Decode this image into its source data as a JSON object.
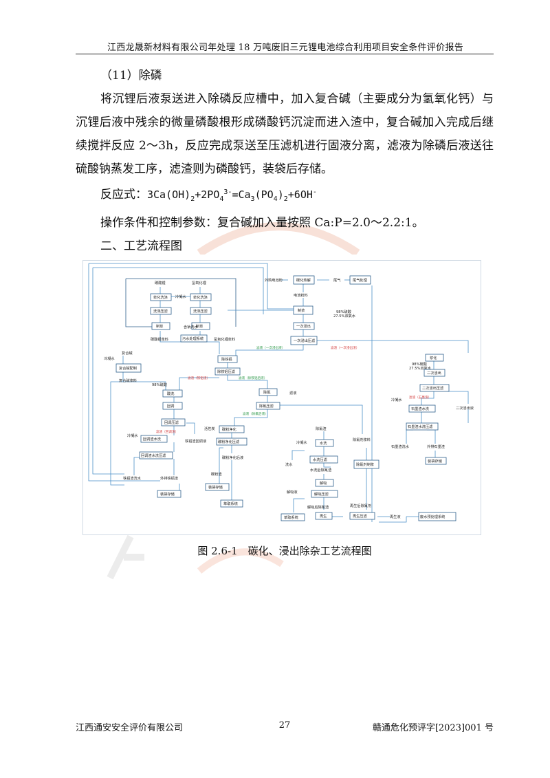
{
  "header": {
    "title": "江西龙晟新材料有限公司年处理 18 万吨废旧三元锂电池综合利用项目安全条件评价报告"
  },
  "content": {
    "section_heading": "（11）除磷",
    "paragraph": "将沉锂后液泵送进入除磷反应槽中，加入复合碱（主要成分为氢氧化钙）与沉锂后液中残余的微量磷酸根形成磷酸钙沉淀而进入渣中，复合碱加入完成后继续搅拌反应 2～3h，反应完成泵送至压滤机进行固液分离，滤液为除磷后液送往硫酸钠蒸发工序，滤渣则为磷酸钙，装袋后存储。",
    "formula_label": "反应式：",
    "formula_parts": {
      "a": "3Ca(OH)",
      "a_sub": "2",
      "b": "+2PO",
      "b_sub": "4",
      "b_sup": "3-",
      "c": "=Ca",
      "c_sub": "3",
      "d": "(PO",
      "d_sub": "4",
      "e": ")",
      "e_sub": "2",
      "f": "+6OH",
      "f_sup": "-"
    },
    "operating_conditions": "操作条件和控制参数：复合碱加入量按照 Ca:P=2.0～2.2:1。",
    "subheading": "二、工艺流程图"
  },
  "figure": {
    "caption": "图 2.6-1　碳化、浸出除杂工艺流程图",
    "nodes": {
      "n1": "碳酸锂",
      "n2": "氢氧化锂",
      "n3": "浆化洗涤",
      "n4": "浆化洗涤",
      "n5": "洗涤压滤",
      "n6": "洗涤压滤",
      "n7": "制浆",
      "n8": "制浆",
      "n9": "冷凝水",
      "n10": "含钠洗水",
      "n11": "碳酸锂浆料",
      "n12": "污水处理系统",
      "n13": "氢氧化锂浆料",
      "n14": "外购电池粉",
      "n15": "碳化热解",
      "n16": "尾气",
      "n17": "尾气处理",
      "n18": "电池粉料",
      "n19": "制浆",
      "n20": "98%硫酸",
      "n21": "27.5%双氧水",
      "n22": "一次浸出",
      "n23": "一次浸出压滤",
      "n24": "除铁铝",
      "n25": "除铁铝压滤",
      "n26": "复合碱",
      "n27": "冷凝水",
      "n28": "复合碱配制",
      "n29": "复合碱浆料",
      "n30": "98%硫酸",
      "n31": "酸洗",
      "n32": "回调",
      "n33": "回调压滤",
      "n34": "冷凝水",
      "n35": "回调渣水洗",
      "n36": "回调渣水洗压滤",
      "n37": "铁铝渣洗水",
      "n38": "外排铁铝渣",
      "n39": "铁铝渣回调液",
      "n40": "装袋存储",
      "n41": "除氟",
      "n42": "除氟压滤",
      "n43": "滤液",
      "n44": "碳粉净化",
      "n45": "活性炭",
      "n46": "碳粉净化压滤",
      "n47": "碳粉渣",
      "n48": "碳粉净化后液",
      "n49": "装袋存储",
      "n50": "萃取系统",
      "n51": "除氟渣",
      "n52": "除氟剂浆料",
      "n53": "冷凝水",
      "n54": "水洗",
      "n55": "洗水",
      "n56": "水洗压滤",
      "n57": "水洗后除氟渣",
      "n58": "除氟剂制浆",
      "n59": "解吸",
      "n60": "解吸液",
      "n61": "解吸压滤",
      "n62": "解吸后除氟渣",
      "n63": "再生",
      "n64": "再生压滤",
      "n65": "再生后除氟剂",
      "n66": "萃取系统",
      "n67": "再生液",
      "n68": "废水预处理系统",
      "n69": "浆化",
      "n70": "98%硫酸",
      "n71": "27.5%双氧水",
      "n72": "二次浸出",
      "n73": "二次浸出压滤",
      "n74": "冷凝水",
      "n75": "石墨渣水洗",
      "n76": "石墨渣水洗压滤",
      "n77": "二次浸出液",
      "n78": "石墨渣洗水",
      "n79": "外排石墨渣",
      "n80": "装袋存储"
    },
    "tags": {
      "t1": "滤液（一次浸出液）",
      "t2": "滤渣（一次浸出渣）",
      "t3": "滤渣（铁铝渣）",
      "t4": "滤液（除铁铝后液）",
      "t5": "滤液（除氟后液）",
      "t6": "滤渣（回调渣）",
      "t7": "滤渣（石墨渣）"
    }
  },
  "footer": {
    "left": "江西通安安全评价有限公司",
    "page": "27",
    "right": "赣通危化预评字[2023]001 号"
  }
}
